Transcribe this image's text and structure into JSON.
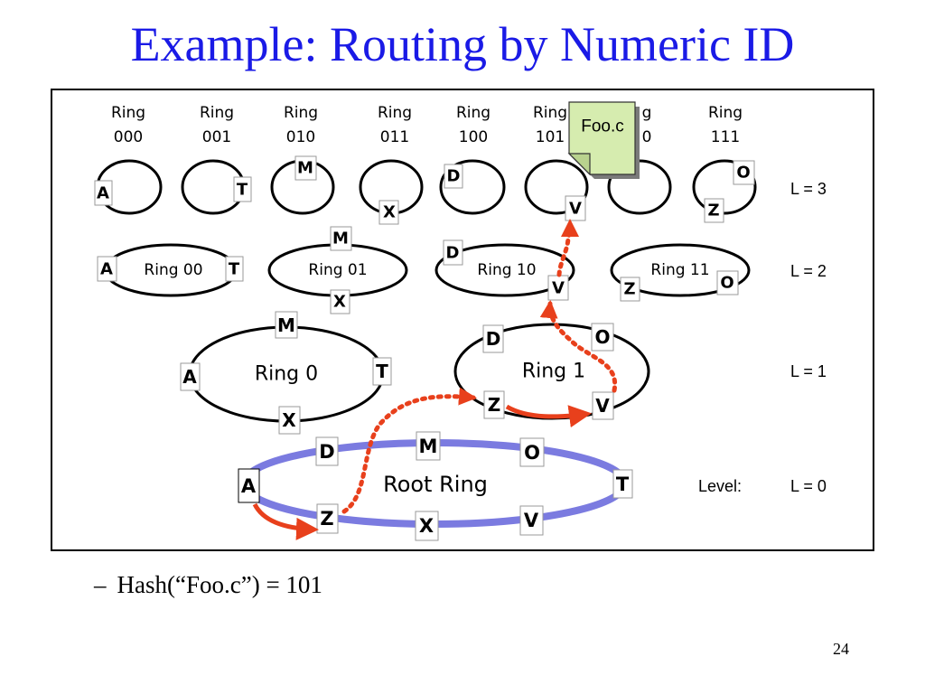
{
  "slide": {
    "title": "Example: Routing by Numeric ID",
    "bullet_dash": "–",
    "bullet": "Hash(“Foo.c”) = 101",
    "page_number": "24"
  },
  "file": {
    "label": "Foo.c"
  },
  "level_prefix": "Level:",
  "levels": {
    "l3": "L = 3",
    "l2": "L = 2",
    "l1": "L = 1",
    "l0": "L = 0"
  },
  "ring_labels": {
    "r000_a": "Ring",
    "r000_b": "000",
    "r001_a": "Ring",
    "r001_b": "001",
    "r010_a": "Ring",
    "r010_b": "010",
    "r011_a": "Ring",
    "r011_b": "011",
    "r100_a": "Ring",
    "r100_b": "100",
    "r101_a": "Ring",
    "r101_b": "101",
    "r110_a": "g",
    "r110_b": "0",
    "r111_a": "Ring",
    "r111_b": "111",
    "ring00": "Ring 00",
    "ring01": "Ring 01",
    "ring10": "Ring 10",
    "ring11": "Ring 11",
    "ring0": "Ring 0",
    "ring1": "Ring 1",
    "root": "Root Ring"
  },
  "nodes": {
    "l3_A": "A",
    "l3_T": "T",
    "l3_M": "M",
    "l3_X": "X",
    "l3_D": "D",
    "l3_V": "V",
    "l3_O": "O",
    "l3_Z": "Z",
    "l2_A": "A",
    "l2_T": "T",
    "l2_M": "M",
    "l2_X": "X",
    "l2_D": "D",
    "l2_V": "V",
    "l2_Z": "Z",
    "l2_O": "O",
    "l1_M": "M",
    "l1_A": "A",
    "l1_T": "T",
    "l1_X": "X",
    "l1_D": "D",
    "l1_O": "O",
    "l1_Z": "Z",
    "l1_V": "V",
    "l0_D": "D",
    "l0_M": "M",
    "l0_O": "O",
    "l0_A": "A",
    "l0_T": "T",
    "l0_Z": "Z",
    "l0_X": "X",
    "l0_V": "V"
  },
  "colors": {
    "title": "#1a1ae6",
    "root_ring": "#7b7be0",
    "route_arrow": "#e8401c",
    "file_fill": "#d6ecaf"
  }
}
